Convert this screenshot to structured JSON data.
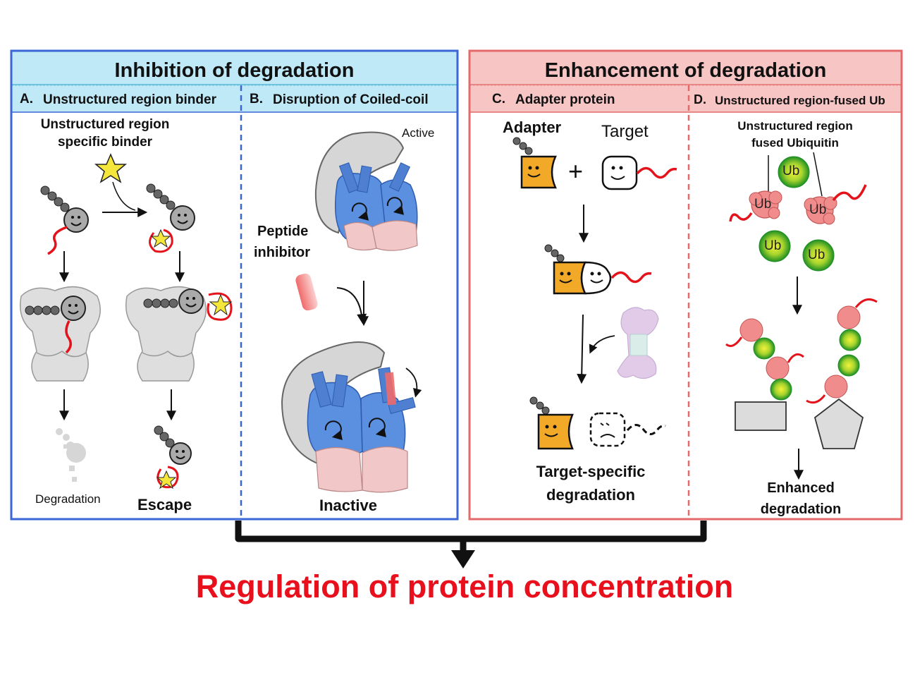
{
  "left_panel": {
    "title": "Inhibition of degradation",
    "a": {
      "letter": "A.",
      "header": "Unstructured region binder",
      "binder_label_line1": "Unstructured region",
      "binder_label_line2": "specific binder",
      "degradation_label": "Degradation",
      "escape_label": "Escape"
    },
    "b": {
      "letter": "B.",
      "header": "Disruption of Coiled-coil",
      "active_label": "Active",
      "peptide_line1": "Peptide",
      "peptide_line2": "inhibitor",
      "inactive_label": "Inactive"
    }
  },
  "right_panel": {
    "title": "Enhancement of degradation",
    "c": {
      "letter": "C.",
      "header": "Adapter protein",
      "adapter_label": "Adapter",
      "plus": "+",
      "target_label": "Target",
      "result_line1": "Target-specific",
      "result_line2": "degradation"
    },
    "d": {
      "letter": "D.",
      "header": "Unstructured region-fused Ub",
      "label_line1": "Unstructured region",
      "label_line2": "fused Ubiquitin",
      "ub": "Ub",
      "result_line1": "Enhanced",
      "result_line2": "degradation"
    }
  },
  "conclusion": "Regulation of protein concentration",
  "colors": {
    "left_border": "#3a66d6",
    "left_header_fill": "#bfe9f6",
    "right_border": "#e46a6a",
    "right_header_fill": "#f8c5c5",
    "conclusion_text": "#e8101c",
    "ub_green": "#33a833",
    "ub_pink": "#f18c8c",
    "adapter_orange": "#f2a928",
    "proteasome_blue": "#5b8fe0",
    "binder_star": "#f5e63c",
    "tail_red": "#e4131b"
  }
}
